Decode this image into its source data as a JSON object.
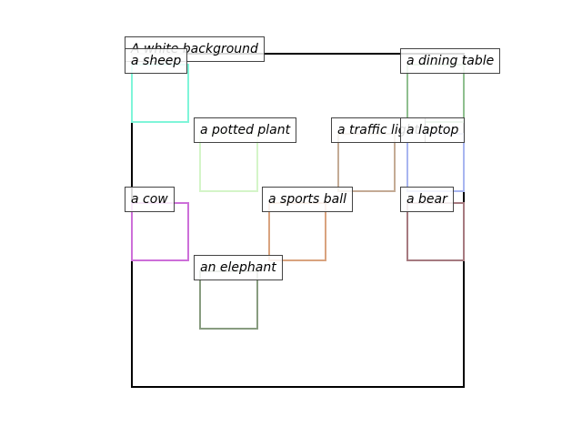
{
  "scene": {
    "background_label": "A white background",
    "frame_color": "#000000",
    "objects": [
      {
        "label": "a sheep",
        "color": "#7ff5d9"
      },
      {
        "label": "a dining table",
        "color": "#8fbf8f"
      },
      {
        "label": "a potted plant",
        "color": "#d4f5c8"
      },
      {
        "label": "a traffic light",
        "color": "#c4ab95"
      },
      {
        "label": "a laptop",
        "color": "#a8b5f0"
      },
      {
        "label": "a cow",
        "color": "#cd6fd9"
      },
      {
        "label": "a sports ball",
        "color": "#d9a37f"
      },
      {
        "label": "a bear",
        "color": "#a67a80"
      },
      {
        "label": "an elephant",
        "color": "#889c80"
      }
    ]
  }
}
